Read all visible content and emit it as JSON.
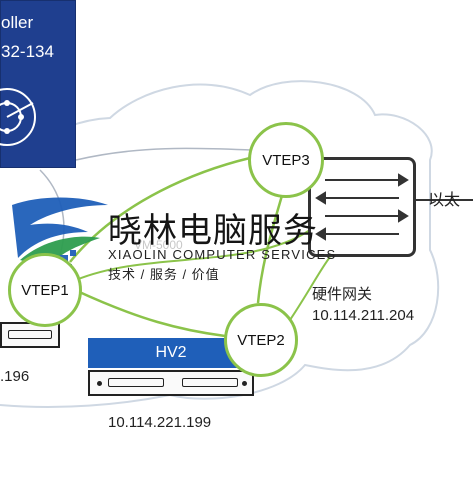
{
  "controller": {
    "line1": "oller",
    "line2": "32-134",
    "icon": "controller-network-icon"
  },
  "vteps": {
    "vtep1": "VTEP1",
    "vtep2": "VTEP2",
    "vtep3": "VTEP3"
  },
  "hv2": {
    "label": "HV2",
    "ip": "10.114.221.199"
  },
  "hv1": {
    "ip": ".196"
  },
  "gateway": {
    "label": "硬件网关",
    "ip": "10.114.211.204",
    "icon": "switch-arrows-icon"
  },
  "ethernet": "以太",
  "vm_label": "VM-5000",
  "watermark": {
    "title": "晓林电脑服务",
    "subtitle": "XIAOLIN COMPUTER SERVICES",
    "tagline": "技术 / 服务 / 价值"
  },
  "colors": {
    "accent_blue": "#1f3f8f",
    "hv_blue": "#1f5fb9",
    "vtep_green": "#8bc34a",
    "cloud_border": "#cfd8e3"
  }
}
